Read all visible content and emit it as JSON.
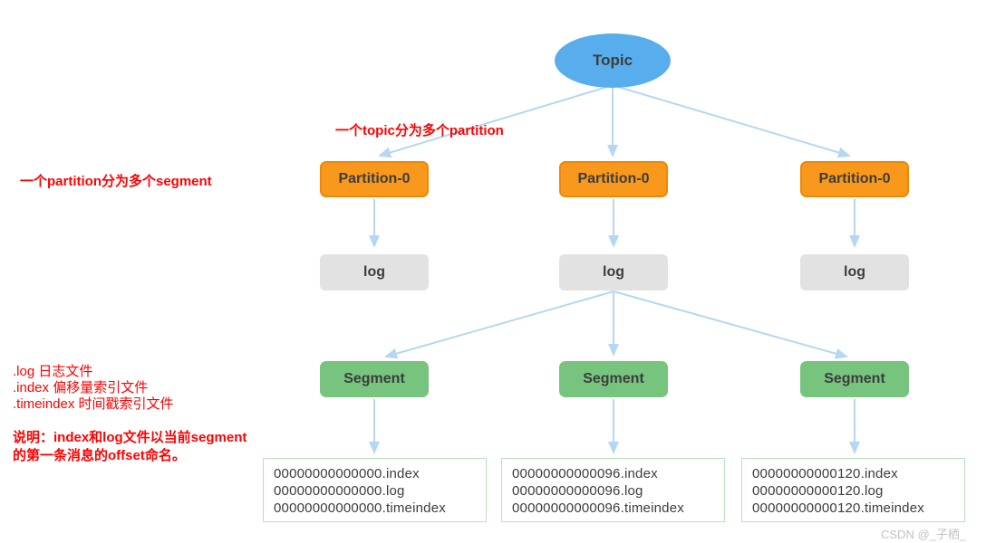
{
  "diagram_title": "Kafka Topic / Partition / Segment structure",
  "colors": {
    "topic-blue": "#58aeec",
    "partition-orange": "#f8991d",
    "partition-orange-border": "#f08705",
    "log-gray": "#e2e2e2",
    "segment-green": "#76c47e",
    "filebox-border": "#bce0bc",
    "connector-blue": "#b5d7f3",
    "annotation-red": "#ff0000",
    "node-text": "#3d3d3d",
    "watermark-gray": "#c2c2c2"
  },
  "topic": {
    "label": "Topic"
  },
  "partitions": [
    {
      "label": "Partition-0"
    },
    {
      "label": "Partition-0"
    },
    {
      "label": "Partition-0"
    }
  ],
  "logs": [
    {
      "label": "log"
    },
    {
      "label": "log"
    },
    {
      "label": "log"
    }
  ],
  "segments": [
    {
      "label": "Segment"
    },
    {
      "label": "Segment"
    },
    {
      "label": "Segment"
    }
  ],
  "file_boxes": [
    {
      "files": [
        "00000000000000.index",
        "00000000000000.log",
        "00000000000000.timeindex"
      ]
    },
    {
      "files": [
        "00000000000096.index",
        "00000000000096.log",
        "00000000000096.timeindex"
      ]
    },
    {
      "files": [
        "00000000000120.index",
        "00000000000120.log",
        "00000000000120.timeindex"
      ]
    }
  ],
  "annotations": {
    "topic_note": "一个topic分为多个partition",
    "partition_note": "一个partition分为多个segment",
    "file_legend": [
      ".log 日志文件",
      ".index 偏移量索引文件",
      ".timeindex 时间戳索引文件"
    ],
    "remark_line1": "说明：index和log文件以当前segment",
    "remark_line2": "的第一条消息的offset命名。"
  },
  "watermark": "CSDN @_子栖_"
}
